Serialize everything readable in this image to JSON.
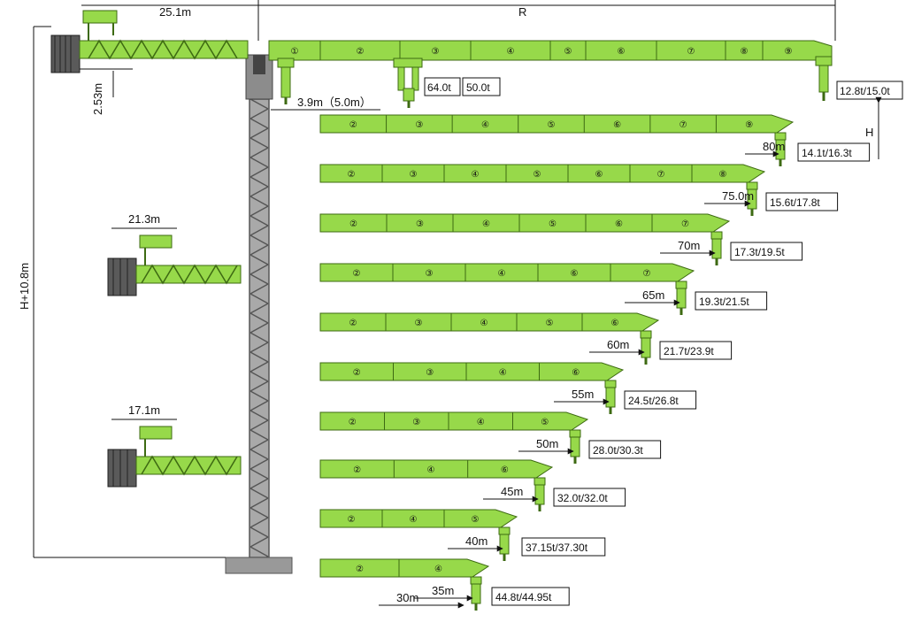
{
  "top": {
    "counter_jib_length": "25.1m",
    "radius_label": "R",
    "counter_jib_height": "2.53m",
    "pivot_offset": "3.9m（5.0m）",
    "height_label": "H+10.8m",
    "hook_height_label": "H",
    "max_loads": [
      "64.0t",
      "50.0t"
    ]
  },
  "alt_counter_jibs": [
    "21.3m",
    "17.1m"
  ],
  "top_jib_segments": [
    "①",
    "②",
    "③",
    "④",
    "⑤",
    "⑥",
    "⑦",
    "⑧",
    "⑨"
  ],
  "top_jib_tip_load": "12.8t/15.0t",
  "configurations": [
    {
      "length": "80m",
      "load": "14.1t/16.3t",
      "segments": [
        "②",
        "③",
        "④",
        "⑤",
        "⑥",
        "⑦",
        "⑨"
      ]
    },
    {
      "length": "75.0m",
      "load": "15.6t/17.8t",
      "segments": [
        "②",
        "③",
        "④",
        "⑤",
        "⑥",
        "⑦",
        "⑧"
      ]
    },
    {
      "length": "70m",
      "load": "17.3t/19.5t",
      "segments": [
        "②",
        "③",
        "④",
        "⑤",
        "⑥",
        "⑦"
      ]
    },
    {
      "length": "65m",
      "load": "19.3t/21.5t",
      "segments": [
        "②",
        "③",
        "④",
        "⑥",
        "⑦"
      ]
    },
    {
      "length": "60m",
      "load": "21.7t/23.9t",
      "segments": [
        "②",
        "③",
        "④",
        "⑤",
        "⑥"
      ]
    },
    {
      "length": "55m",
      "load": "24.5t/26.8t",
      "segments": [
        "②",
        "③",
        "④",
        "⑥"
      ]
    },
    {
      "length": "50m",
      "load": "28.0t/30.3t",
      "segments": [
        "②",
        "③",
        "④",
        "⑤"
      ]
    },
    {
      "length": "45m",
      "load": "32.0t/32.0t",
      "segments": [
        "②",
        "④",
        "⑥"
      ]
    },
    {
      "length": "40m",
      "load": "37.15t/37.30t",
      "segments": [
        "②",
        "④",
        "⑤"
      ]
    },
    {
      "length": "35m",
      "load": "44.8t/44.95t",
      "segments": [
        "②",
        "④"
      ]
    },
    {
      "length": "30m",
      "load": "",
      "segments": []
    }
  ],
  "colors": {
    "jib_green": "#97d94a",
    "jib_stroke": "#3d6a12",
    "mast_gray": "#a9a9a9",
    "mast_dark": "#555555",
    "counterweight": "#5a5a5a"
  }
}
